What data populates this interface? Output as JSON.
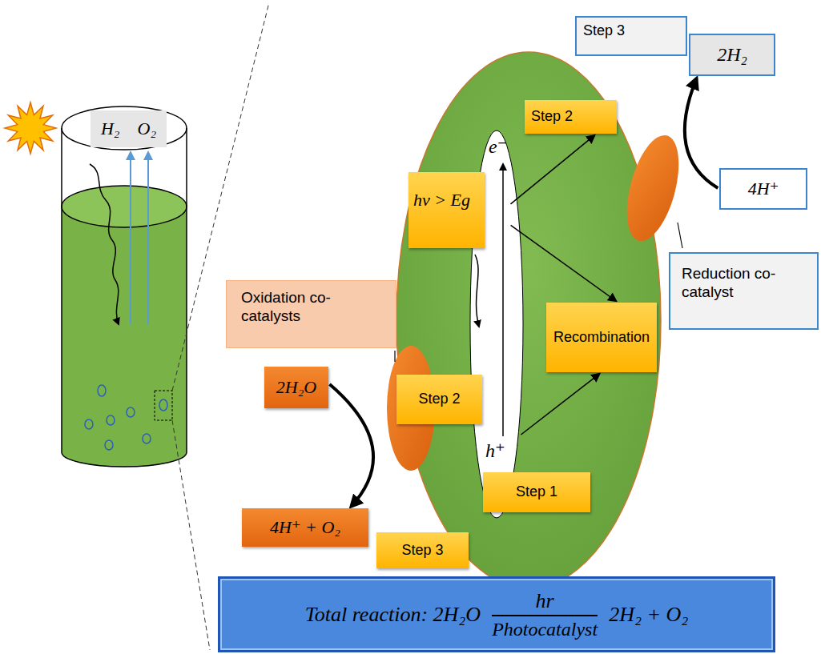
{
  "diagram": {
    "nodes": [
      {
        "text": [
          "H₂",
          "O₂"
        ]
      },
      {
        "text": [
          "Step 3"
        ]
      },
      {
        "text": [
          "2H₂"
        ]
      },
      {
        "text": [
          "Step 2"
        ]
      },
      {
        "text": [
          "e⁻",
          "h⁺"
        ]
      },
      {
        "text": [
          "hν > Eg"
        ]
      },
      {
        "text": [
          "4H⁺"
        ]
      },
      {
        "text": [
          "Reduction co-catalyst"
        ]
      },
      {
        "text": [
          "Oxidation co-catalysts"
        ]
      },
      {
        "text": [
          "Recombination"
        ]
      },
      {
        "text": [
          "2H₂O"
        ]
      },
      {
        "text": [
          "Step 2"
        ]
      },
      {
        "text": [
          "Step 1"
        ]
      },
      {
        "text": [
          "4H⁺ + O₂"
        ]
      },
      {
        "text": [
          "Step 3"
        ]
      },
      {
        "text": [
          "Total reaction: 2H₂O",
          "hr",
          "Photocatalyst",
          "2H₂ + O₂"
        ]
      }
    ],
    "edges": [
      {
        "from": 6,
        "to": 2,
        "arrow": "to"
      },
      {
        "from": 4,
        "to": 3,
        "arrow": "to"
      },
      {
        "from": 4,
        "to": 9,
        "arrow": "to"
      },
      {
        "from": 4,
        "to": 9,
        "arrow": "to"
      },
      {
        "from": 10,
        "to": 13,
        "arrow": "to"
      }
    ]
  }
}
